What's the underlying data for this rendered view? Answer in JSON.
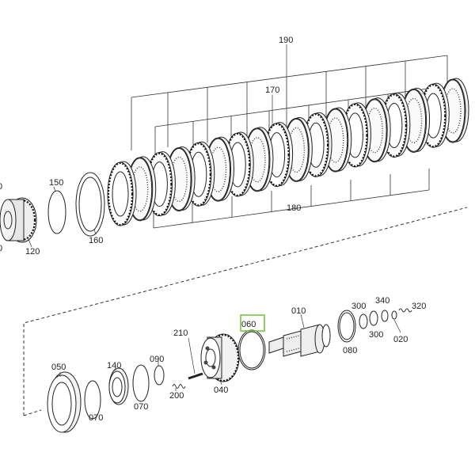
{
  "diagram": {
    "callouts_upper": {
      "c190": "190",
      "c170": "170",
      "c180": "180",
      "c150": "150",
      "c160": "160",
      "c120": "120",
      "c_left_top": "0",
      "c_left_bottom": "0"
    },
    "callouts_lower": {
      "c010": "010",
      "c060": "060",
      "c300a": "300",
      "c340": "340",
      "c320": "320",
      "c300b": "300",
      "c080": "080",
      "c020": "020",
      "c210": "210",
      "c140": "140",
      "c090": "090",
      "c050": "050",
      "c200": "200",
      "c040": "040",
      "c070a": "070",
      "c070b": "070"
    },
    "highlight_color": "#7cc243"
  }
}
